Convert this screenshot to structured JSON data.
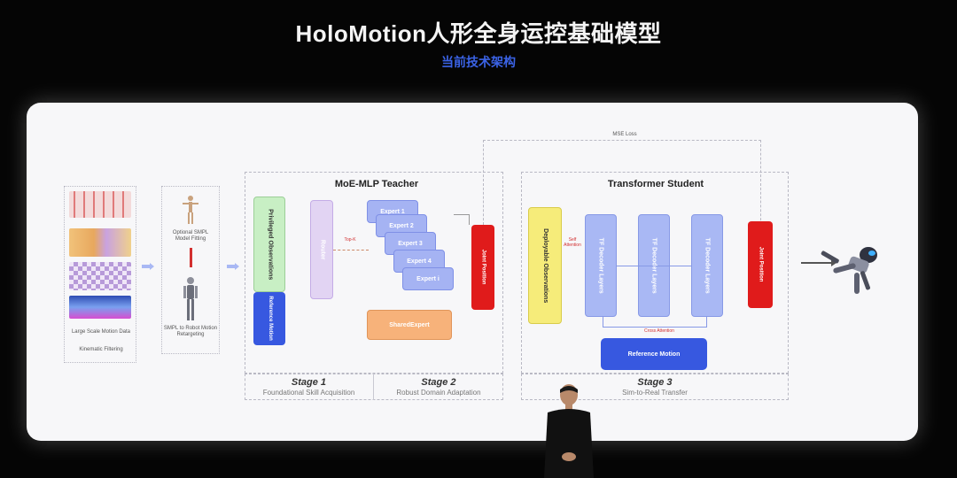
{
  "header": {
    "title": "HoloMotion人形全身运控基础模型",
    "subtitle": "当前技术架构"
  },
  "data_pipeline": {
    "dataset_label": "Large Scale Motion Data",
    "filter_label": "Kinematic Filtering",
    "smpl_fit_label": "Optional SMPL Model Fitting",
    "retarget_label": "SMPL to Robot Motion Retargeting"
  },
  "teacher": {
    "title": "MoE-MLP Teacher",
    "privileged": "Privileged Observations",
    "reference": "Reference Motion",
    "router": "Router",
    "topk": "Top-K",
    "experts": [
      "Expert 1",
      "Expert 2",
      "Expert 3",
      "Expert 4",
      "Expert i"
    ],
    "shared_expert": "SharedExpert",
    "output": "Joint Position"
  },
  "student": {
    "title": "Transformer Student",
    "deployable": "Deployable Observations",
    "self_attention": "Self Attention",
    "decoder_layers": [
      "TF Decoder Layers",
      "TF Decoder Layers",
      "TF Decoder Layers"
    ],
    "cross_attention": "Cross Attention",
    "reference": "Reference Motion",
    "output": "Joint Position"
  },
  "loss_label": "MSE Loss",
  "stages": [
    {
      "name": "Stage 1",
      "desc": "Foundational Skill Acquisition"
    },
    {
      "name": "Stage 2",
      "desc": "Robust Domain Adaptation"
    },
    {
      "name": "Stage 3",
      "desc": "Sim-to-Real Transfer"
    }
  ],
  "colors": {
    "accent_blue": "#3b63e6",
    "joint_red": "#e01b1b",
    "privileged_green": "#c8efc4",
    "router_purple": "#e2d4f3",
    "shared_orange": "#f7b27a",
    "deployable_yellow": "#f6ec7a",
    "decoder_blue": "#a9b8f4"
  }
}
